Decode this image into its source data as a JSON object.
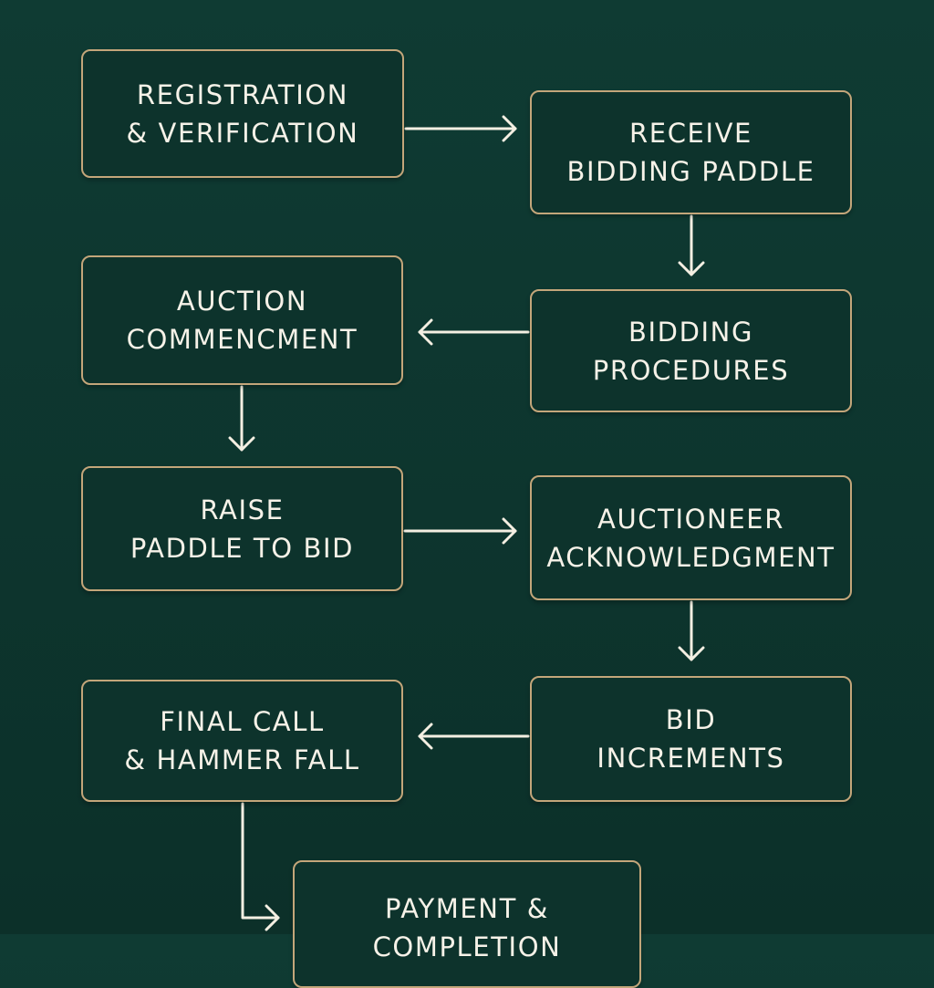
{
  "diagram": {
    "type": "flowchart",
    "colors": {
      "background": "#0e3731",
      "node_fill": "#0d332c",
      "node_border": "#c3a67a",
      "text": "#f6f2e8",
      "arrow": "#f4efe2"
    },
    "nodes": [
      {
        "id": "n1",
        "lines": [
          "Registration",
          "& Verification"
        ]
      },
      {
        "id": "n2",
        "lines": [
          "Receive",
          "Bidding Paddle"
        ]
      },
      {
        "id": "n3",
        "lines": [
          "Auction",
          "Commencment"
        ]
      },
      {
        "id": "n4",
        "lines": [
          "Bidding",
          "Procedures"
        ]
      },
      {
        "id": "n5",
        "lines": [
          "Raise",
          "Paddle to Bid"
        ]
      },
      {
        "id": "n6",
        "lines": [
          "Auctioneer",
          "Acknowledgment"
        ]
      },
      {
        "id": "n7",
        "lines": [
          "Final Call",
          "& Hammer Fall"
        ]
      },
      {
        "id": "n8",
        "lines": [
          "Bid",
          "Increments"
        ]
      },
      {
        "id": "n9",
        "lines": [
          "Payment &",
          "Completion"
        ]
      }
    ],
    "edges": [
      {
        "from": "n1",
        "to": "n2",
        "direction": "right"
      },
      {
        "from": "n2",
        "to": "n4",
        "direction": "down"
      },
      {
        "from": "n4",
        "to": "n3",
        "direction": "left"
      },
      {
        "from": "n3",
        "to": "n5",
        "direction": "down"
      },
      {
        "from": "n5",
        "to": "n6",
        "direction": "right"
      },
      {
        "from": "n6",
        "to": "n8",
        "direction": "down"
      },
      {
        "from": "n8",
        "to": "n7",
        "direction": "left"
      },
      {
        "from": "n7",
        "to": "n9",
        "direction": "down-then-right"
      }
    ]
  }
}
